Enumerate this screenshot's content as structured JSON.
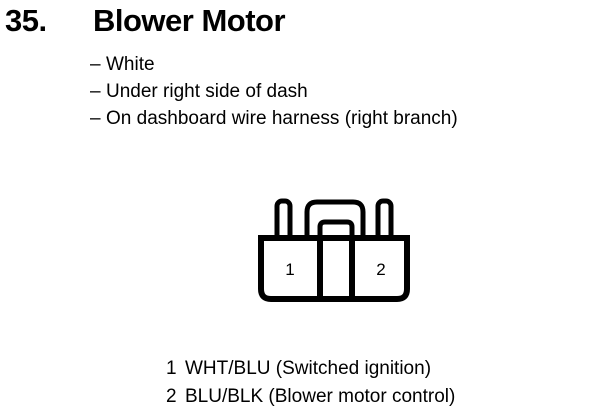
{
  "header": {
    "number": "35.",
    "title": "Blower Motor"
  },
  "bullets": [
    {
      "dash": "–",
      "text": "White"
    },
    {
      "dash": "–",
      "text": "Under right side of dash"
    },
    {
      "dash": "–",
      "text": "On dashboard wire harness (right branch)"
    }
  ],
  "connector": {
    "name": "2-pin connector",
    "line_color": "#000000",
    "fill_color": "#ffffff",
    "pins": [
      {
        "number": "1",
        "cell": "left"
      },
      {
        "number": "2",
        "cell": "right"
      }
    ]
  },
  "legend": [
    {
      "number": "1",
      "text": "WHT/BLU (Switched ignition)"
    },
    {
      "number": "2",
      "text": "BLU/BLK (Blower motor control)"
    }
  ]
}
